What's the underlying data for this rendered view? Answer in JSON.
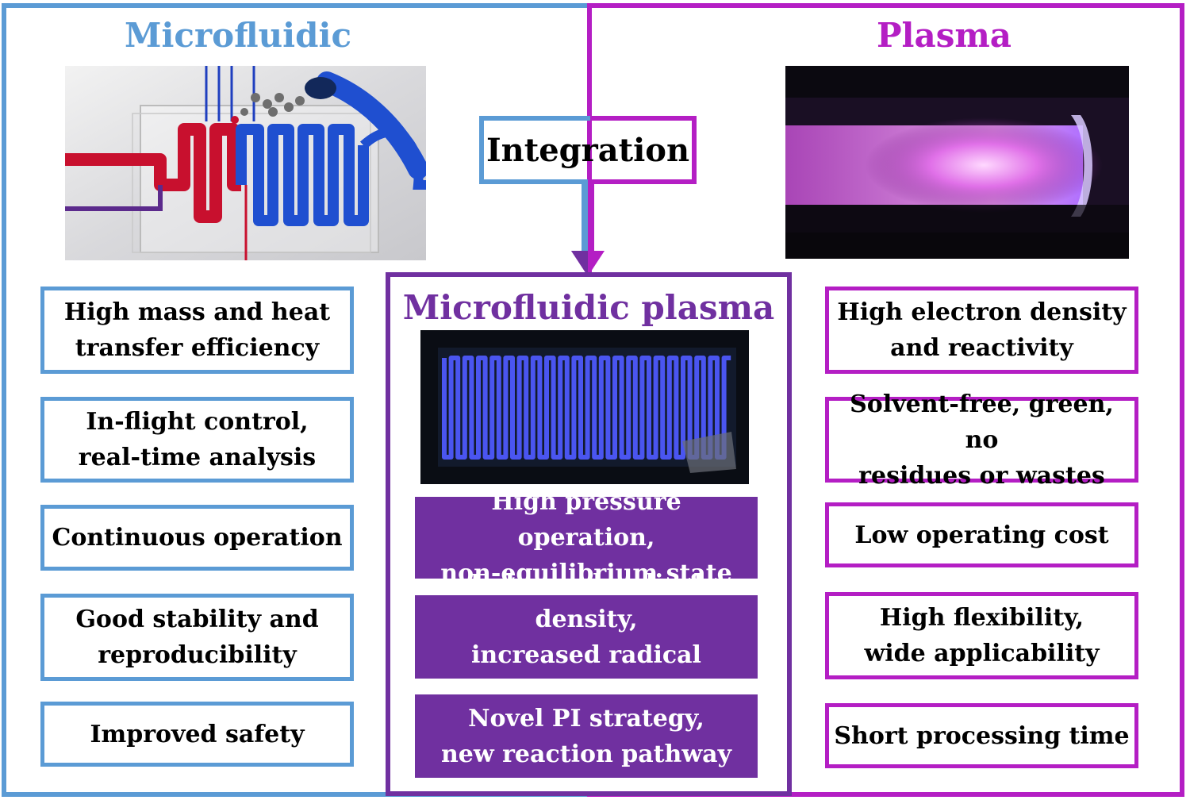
{
  "headings": {
    "left": "Microfluidic",
    "right": "Plasma",
    "center": "Microfluidic plasma"
  },
  "integration_label": "Integration",
  "left_boxes": [
    {
      "line1": "High mass and heat",
      "line2": "transfer efficiency"
    },
    {
      "line1": "In-flight control,",
      "line2": "real-time analysis"
    },
    {
      "line1": "Continuous operation",
      "line2": ""
    },
    {
      "line1": "Good stability and",
      "line2": "reproducibility"
    },
    {
      "line1": "Improved safety",
      "line2": ""
    }
  ],
  "center_boxes": [
    {
      "line1": "High pressure operation,",
      "line2": "non-equilibrium state"
    },
    {
      "line1": "Enhanced radical density,",
      "line2": "increased radical species"
    },
    {
      "line1": "Novel PI strategy,",
      "line2": "new reaction pathway"
    }
  ],
  "right_boxes": [
    {
      "line1": "High electron density",
      "line2": "and reactivity"
    },
    {
      "line1": "Solvent-free, green, no",
      "line2": "residues or wastes"
    },
    {
      "line1": "Low operating cost",
      "line2": ""
    },
    {
      "line1": "High flexibility,",
      "line2": "wide applicability"
    },
    {
      "line1": "Short processing time",
      "line2": ""
    }
  ],
  "colors": {
    "microfluidic": "#5b9bd5",
    "plasma": "#b41ec4",
    "combined": "#7030a0"
  }
}
